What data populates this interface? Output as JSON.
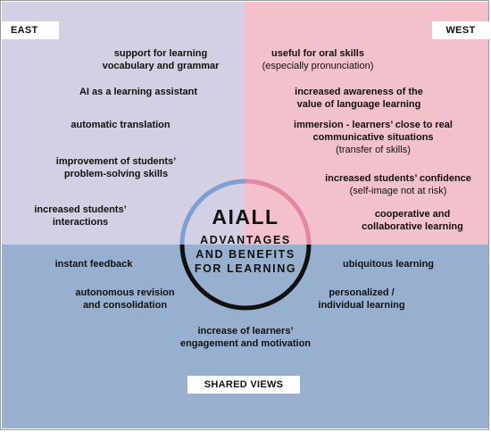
{
  "labels": {
    "east": "EAST",
    "west": "WEST",
    "shared": "SHARED VIEWS"
  },
  "center": {
    "title": "AIALL",
    "sub1": "ADVANTAGES",
    "sub2": "AND BENEFITS",
    "sub3": "FOR LEARNING"
  },
  "east": {
    "vocab1": "support for learning",
    "vocab2": "vocabulary and grammar",
    "assistant": "AI as a learning assistant",
    "translation": "automatic translation",
    "problem1": "improvement of students’",
    "problem2": "problem-solving skills",
    "interact1": "increased students’",
    "interact2": "interactions"
  },
  "west": {
    "oral1": "useful for oral skills",
    "oral2": "(especially pronunciation)",
    "aware1": "increased awareness of the",
    "aware2": "value of language learning",
    "immersion1": "immersion - learners’ close to real",
    "immersion2": "communicative situations",
    "immersion3": "(transfer of skills)",
    "confidence1": "increased students’ confidence",
    "confidence2": "(self-image not at risk)",
    "coop1": "cooperative and",
    "coop2": "collaborative learning"
  },
  "shared": {
    "feedback": "instant feedback",
    "ubiquitous": "ubiquitous learning",
    "auto1": "autonomous revision",
    "auto2": "and consolidation",
    "personal1": "personalized /",
    "personal2": "individual learning",
    "engage1": "increase of learners’",
    "engage2": "engagement and motivation"
  },
  "colors": {
    "east_bg": "#d3d0e3",
    "west_bg": "#f3c1cb",
    "shared_bg": "#98b0cf",
    "ring_dark": "#111111",
    "ring_blue": "#7e9fd1",
    "ring_pink": "#e3899f"
  }
}
